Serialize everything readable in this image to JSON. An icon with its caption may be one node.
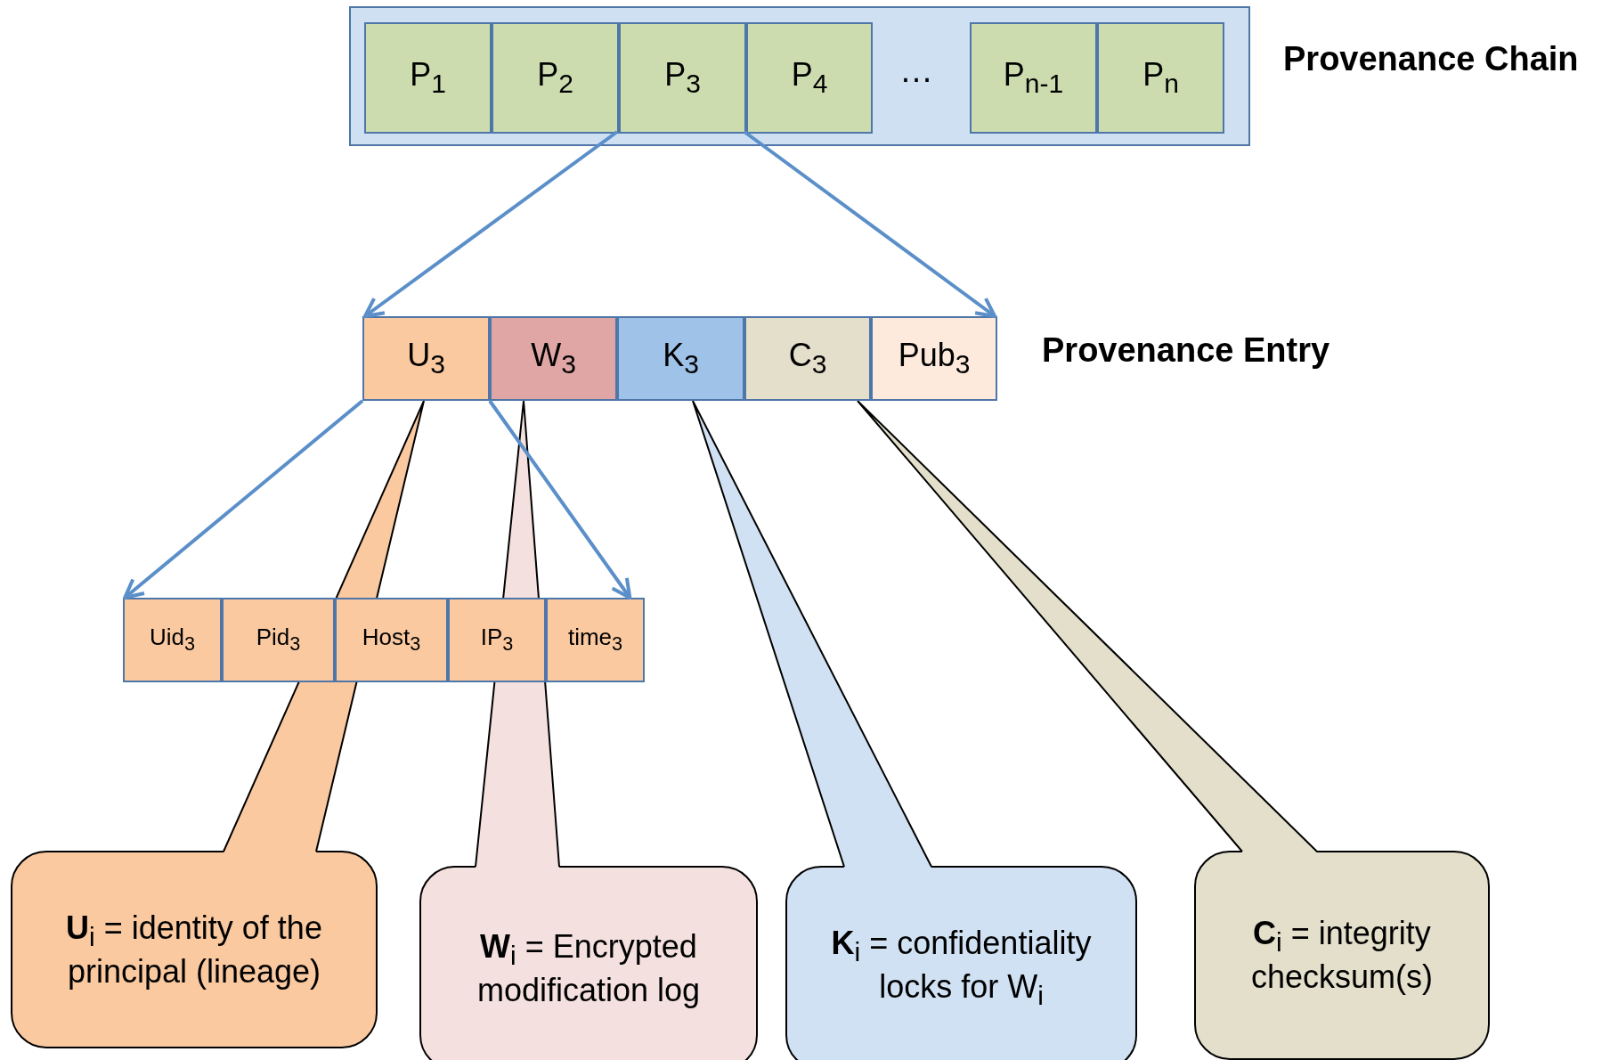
{
  "diagram": {
    "nodes": [
      {
        "text": [
          "Provenance Chain"
        ]
      },
      {
        "text": [
          "P$_{1}$"
        ],
        "in": 0
      },
      {
        "text": [
          "P$_{2}$"
        ],
        "in": 0
      },
      {
        "text": [
          "P$_{3}$"
        ],
        "in": 0
      },
      {
        "text": [
          "P$_{4}$"
        ],
        "in": 0
      },
      {
        "text": [
          "P$_{n-1}$"
        ],
        "in": 0
      },
      {
        "text": [
          "P$_{n}$"
        ],
        "in": 0
      },
      {
        "text": [
          "U$_{3}$"
        ]
      },
      {
        "text": [
          "W$_{3}$"
        ]
      },
      {
        "text": [
          "K$_{3}$"
        ]
      },
      {
        "text": [
          "C$_{3}$"
        ]
      },
      {
        "text": [
          "Pub$_{3}$"
        ]
      },
      {
        "text": [
          "Uid$_{3}$"
        ]
      },
      {
        "text": [
          "Pid$_{3}$"
        ]
      },
      {
        "text": [
          "Host$_{3}$"
        ]
      },
      {
        "text": [
          "IP$_{3}$"
        ]
      },
      {
        "text": [
          "time$_{3}$"
        ]
      },
      {
        "text": [
          "**U**$_{i}$ = identity of the principal (lineage)"
        ]
      },
      {
        "text": [
          "**W**$_{i}$ = Encrypted modification log"
        ]
      },
      {
        "text": [
          "**K**$_{i}$ = confidentiality locks for W$_{i}$"
        ]
      },
      {
        "text": [
          "**C**$_{i}$ = integrity checksum(s)"
        ]
      }
    ],
    "edges": [
      {
        "from": 3,
        "to": 7,
        "arrow": "to"
      },
      {
        "from": 3,
        "to": 11,
        "arrow": "to"
      },
      {
        "from": 7,
        "to": 12,
        "arrow": "to"
      },
      {
        "from": 7,
        "to": 16,
        "arrow": "to"
      }
    ],
    "labels": [
      "…",
      "Provenance Entry"
    ]
  }
}
